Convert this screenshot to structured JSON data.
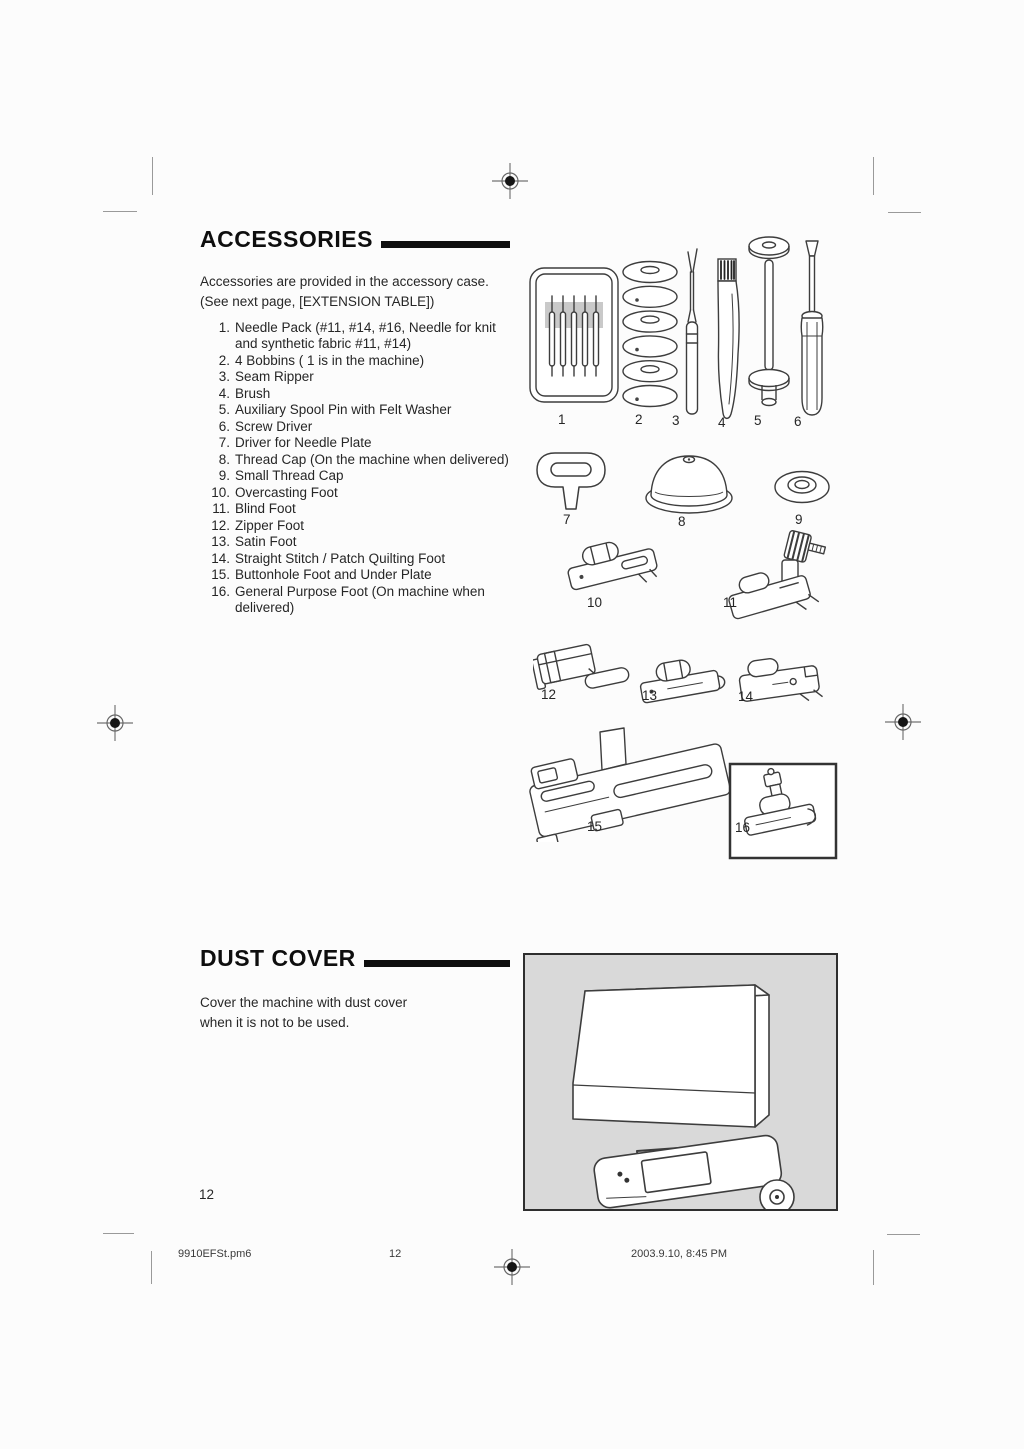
{
  "accessories": {
    "title": "ACCESSORIES",
    "intro_line1": "Accessories are provided in the accessory case.",
    "intro_line2": "(See next page, [EXTENSION TABLE])",
    "items": [
      {
        "num": "1.",
        "text": "Needle Pack (#11, #14, #16, Needle for knit and synthetic fabric #11, #14)"
      },
      {
        "num": "2.",
        "text": "4 Bobbins ( 1 is in the machine)"
      },
      {
        "num": "3.",
        "text": "Seam Ripper"
      },
      {
        "num": "4.",
        "text": "Brush"
      },
      {
        "num": "5.",
        "text": "Auxiliary Spool Pin with Felt Washer"
      },
      {
        "num": "6.",
        "text": "Screw Driver"
      },
      {
        "num": "7.",
        "text": "Driver for Needle Plate"
      },
      {
        "num": "8.",
        "text": "Thread Cap (On the machine when delivered)"
      },
      {
        "num": "9.",
        "text": "Small Thread Cap"
      },
      {
        "num": "10.",
        "text": "Overcasting Foot"
      },
      {
        "num": "11.",
        "text": "Blind Foot"
      },
      {
        "num": "12.",
        "text": "Zipper Foot"
      },
      {
        "num": "13.",
        "text": "Satin Foot"
      },
      {
        "num": "14.",
        "text": "Straight Stitch / Patch Quilting Foot"
      },
      {
        "num": "15.",
        "text": "Buttonhole Foot and Under Plate"
      },
      {
        "num": "16.",
        "text": "General Purpose Foot (On machine when delivered)"
      }
    ]
  },
  "figures": {
    "labels": [
      "1",
      "2",
      "3",
      "4",
      "5",
      "6",
      "7",
      "8",
      "9",
      "10",
      "11",
      "12",
      "13",
      "14",
      "15",
      "16"
    ],
    "names": [
      "needle-pack",
      "bobbins",
      "seam-ripper",
      "brush",
      "auxiliary-spool-pin",
      "screw-driver",
      "needle-plate-driver",
      "thread-cap",
      "small-thread-cap",
      "overcasting-foot",
      "blind-foot",
      "zipper-foot",
      "satin-foot",
      "straight-stitch-foot",
      "buttonhole-foot-under-plate",
      "general-purpose-foot"
    ]
  },
  "dust_cover": {
    "title": "DUST COVER",
    "body_line1": "Cover the machine with dust cover",
    "body_line2": "when it is not to be used."
  },
  "page_number": "12",
  "footer": {
    "file_name": "9910EFSt.pm6",
    "page_number": "12",
    "datetime": "2003.9.10, 8:45 PM"
  }
}
